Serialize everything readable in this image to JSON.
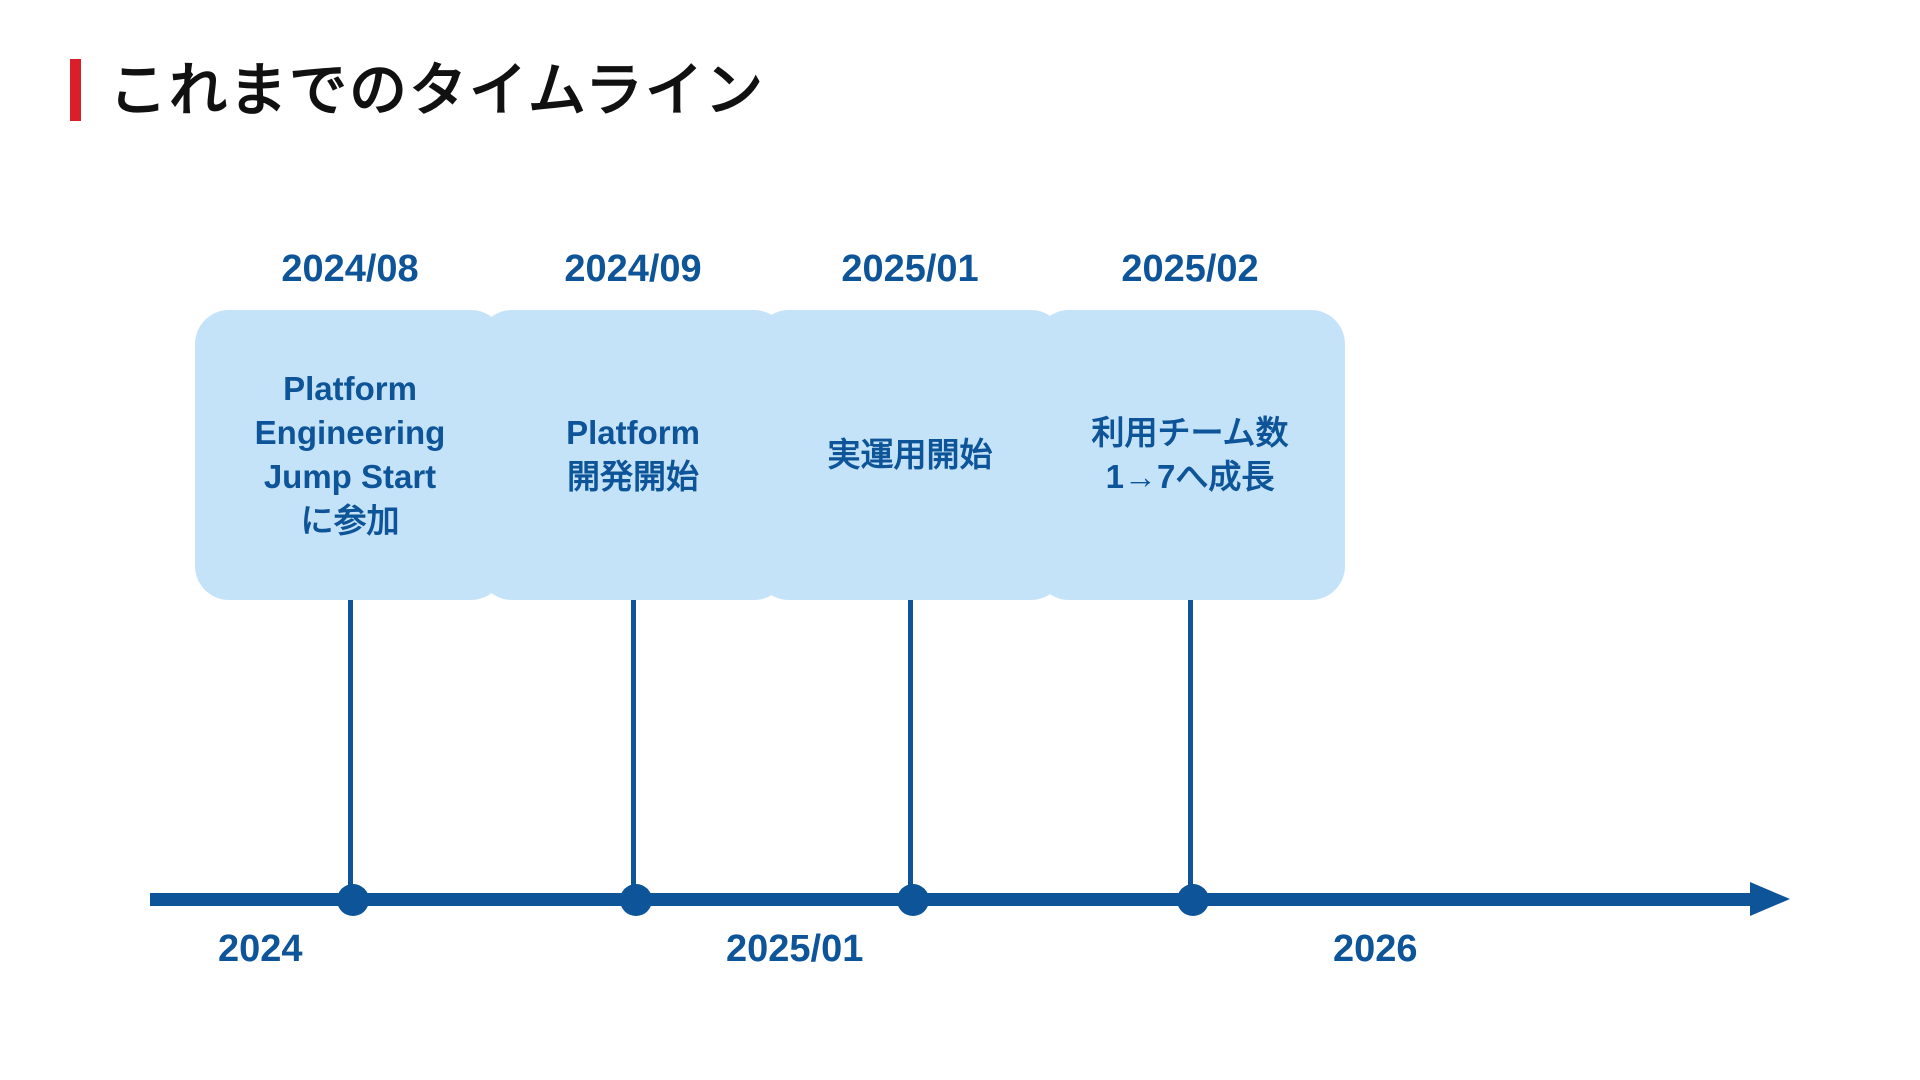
{
  "slide": {
    "title": "これまでのタイムライン",
    "accent_bar_color": "#d81f2a",
    "background_color": "#ffffff"
  },
  "theme": {
    "primary_blue": "#0e5499",
    "card_fill": "#c5e3f8",
    "accent_red": "#d81f2a"
  },
  "chart_data": {
    "type": "timeline",
    "title": "これまでのタイムライン",
    "axis": {
      "orientation": "horizontal",
      "arrow": true,
      "ticks": [
        {
          "label": "2024",
          "position_pct": 12
        },
        {
          "label": "2025/01",
          "position_pct": 47
        },
        {
          "label": "2026",
          "position_pct": 88
        }
      ],
      "markers_pct": [
        12.4,
        30.2,
        47.2,
        63.8
      ]
    },
    "milestones": [
      {
        "date": "2024/08",
        "text": "Platform\nEngineering\nJump Start\nに参加"
      },
      {
        "date": "2024/09",
        "text": "Platform\n開発開始"
      },
      {
        "date": "2025/01",
        "text": "実運用開始"
      },
      {
        "date": "2025/02",
        "text": "利用チーム数\n1→7へ成長"
      }
    ]
  },
  "axis_labels": {
    "start": "2024",
    "middle": "2025/01",
    "end": "2026"
  }
}
